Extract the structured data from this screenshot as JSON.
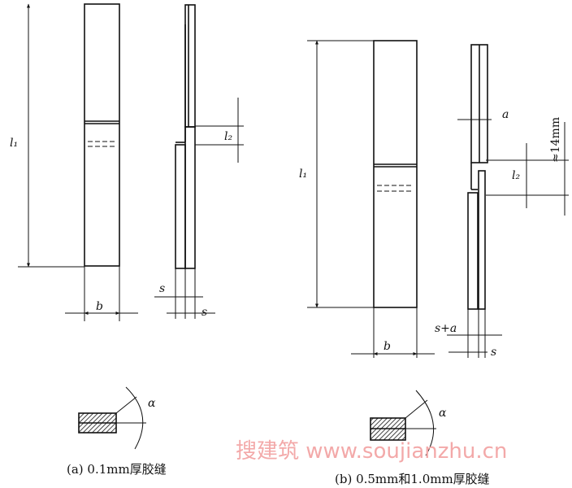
{
  "panel_a": {
    "labels": {
      "l1": "l₁",
      "l2": "l₂",
      "b": "b",
      "s_top": "s",
      "s_bottom": "s",
      "alpha": "α"
    },
    "caption": "(a) 0.1mm厚胶缝"
  },
  "panel_b": {
    "labels": {
      "l1": "l₁",
      "l2": "l₂",
      "a": "a",
      "approx14": "≈14mm",
      "b": "b",
      "s_plus_a": "s+a",
      "s": "s",
      "alpha": "α"
    },
    "caption": "(b) 0.5mm和1.0mm厚胶缝"
  },
  "watermark": "搜建筑 www.soujianzhu.cn"
}
